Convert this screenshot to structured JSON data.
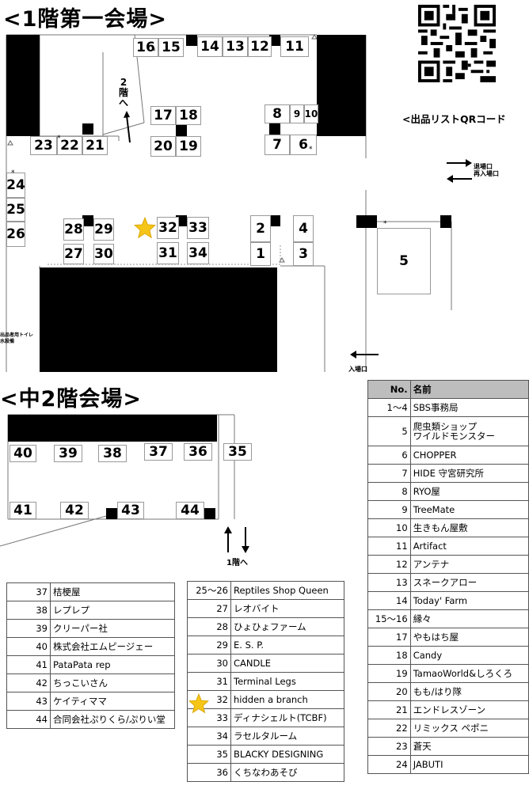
{
  "floor1": {
    "title": "<1階第一会場>",
    "qr_caption": "<出品リストQRコード",
    "stairs_up": "2\n階\nへ",
    "exit_label": "退場口\n再入場口",
    "entrance_label": "入場口",
    "toilet_label": "出品者用トイレ\n水設備",
    "booth_numbers": {
      "b16": "16",
      "b15": "15",
      "b14": "14",
      "b13": "13",
      "b12": "12",
      "b11": "11",
      "b17": "17",
      "b18": "18",
      "b20": "20",
      "b19": "19",
      "b8": "8",
      "b9": "9",
      "b10": "10",
      "b7": "7",
      "b6": "6",
      "b23": "23",
      "b22": "22",
      "b21": "21",
      "b24": "24",
      "b25": "25",
      "b26": "26",
      "b28": "28",
      "b29": "29",
      "b27": "27",
      "b30": "30",
      "b32": "32",
      "b33": "33",
      "b31": "31",
      "b34": "34",
      "b2": "2",
      "b1": "1",
      "b4": "4",
      "b3": "3",
      "b5": "5"
    }
  },
  "floor2": {
    "title": "<中2階会場>",
    "stairs_down": "1階へ",
    "booth_numbers": {
      "b40": "40",
      "b39": "39",
      "b38": "38",
      "b37": "37",
      "b36": "36",
      "b35": "35",
      "b41": "41",
      "b42": "42",
      "b43": "43",
      "b44": "44"
    }
  },
  "exhibitor_table": {
    "header_no": "No.",
    "header_name": "名前",
    "right_rows": [
      {
        "no": "1〜4",
        "name": "SBS事務局"
      },
      {
        "no": "5",
        "name": "爬虫類ショップ\nワイルドモンスター"
      },
      {
        "no": "6",
        "name": "CHOPPER"
      },
      {
        "no": "7",
        "name": "HIDE 守宮研究所"
      },
      {
        "no": "8",
        "name": "RYO屋"
      },
      {
        "no": "9",
        "name": "TreeMate"
      },
      {
        "no": "10",
        "name": "生きもん屋敷"
      },
      {
        "no": "11",
        "name": "Artifact"
      },
      {
        "no": "12",
        "name": "アンテナ"
      },
      {
        "no": "13",
        "name": "スネークアロー"
      },
      {
        "no": "14",
        "name": "Today' Farm"
      },
      {
        "no": "15〜16",
        "name": "縁々"
      },
      {
        "no": "17",
        "name": "やもはち屋"
      },
      {
        "no": "18",
        "name": "Candy"
      },
      {
        "no": "19",
        "name": "TamaoWorld&しろくろ"
      },
      {
        "no": "20",
        "name": "もも/はり隊"
      },
      {
        "no": "21",
        "name": "エンドレスゾーン"
      },
      {
        "no": "22",
        "name": "リミックス ペポニ"
      },
      {
        "no": "23",
        "name": "蒼天"
      },
      {
        "no": "24",
        "name": "JABUTI"
      }
    ],
    "middle_rows": [
      {
        "no": "25〜26",
        "name": "Reptiles Shop Queen"
      },
      {
        "no": "27",
        "name": "レオバイト"
      },
      {
        "no": "28",
        "name": "ひょひょファーム"
      },
      {
        "no": "29",
        "name": "E. S. P."
      },
      {
        "no": "30",
        "name": "CANDLE"
      },
      {
        "no": "31",
        "name": "Terminal Legs"
      },
      {
        "no": "32",
        "name": "hidden a branch"
      },
      {
        "no": "33",
        "name": "ディナシェルト(TCBF)"
      },
      {
        "no": "34",
        "name": "ラセルタルーム"
      },
      {
        "no": "35",
        "name": "BLACKY DESIGNING"
      },
      {
        "no": "36",
        "name": "くちなわあそび"
      }
    ],
    "left_rows": [
      {
        "no": "37",
        "name": "桔梗屋"
      },
      {
        "no": "38",
        "name": "レプレプ"
      },
      {
        "no": "39",
        "name": "クリーパー社"
      },
      {
        "no": "40",
        "name": "株式会社エムピージェー"
      },
      {
        "no": "41",
        "name": "PataPata rep"
      },
      {
        "no": "42",
        "name": "ちっこいさん"
      },
      {
        "no": "43",
        "name": "ケイティママ"
      },
      {
        "no": "44",
        "name": "合同会社ぷりくら/ぷりい堂"
      }
    ]
  },
  "colors": {
    "highlight_star": "#f5c518",
    "wall": "#000000",
    "header_bg": "#bdbdbd"
  }
}
